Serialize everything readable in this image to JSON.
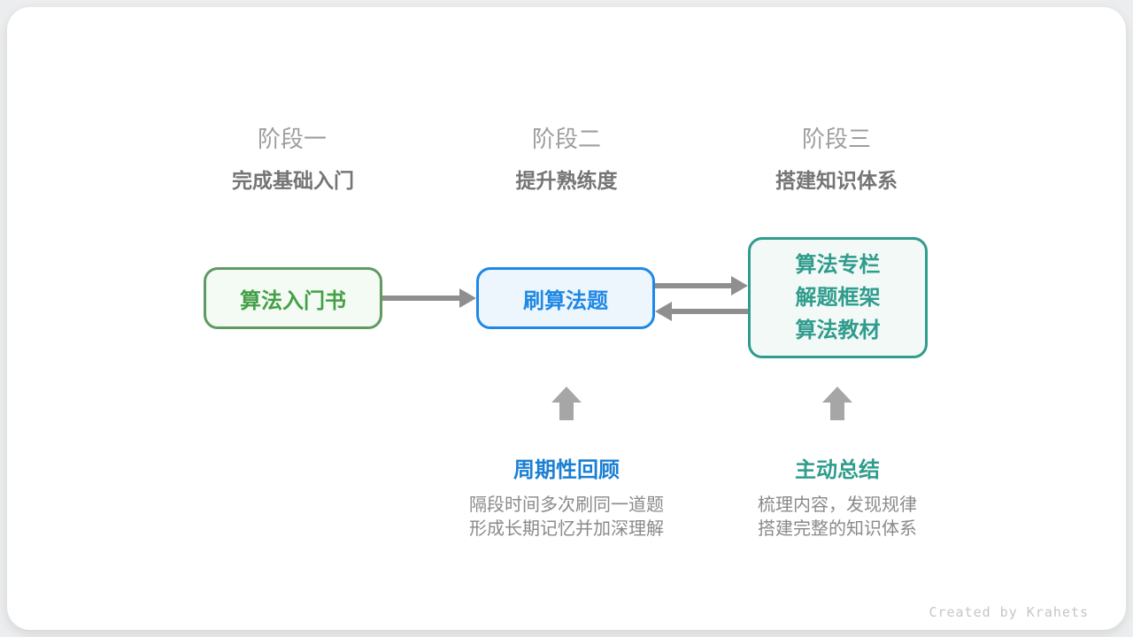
{
  "diagram": {
    "stages": [
      {
        "title": "阶段一",
        "subtitle": "完成基础入门"
      },
      {
        "title": "阶段二",
        "subtitle": "提升熟练度"
      },
      {
        "title": "阶段三",
        "subtitle": "搭建知识体系"
      }
    ],
    "nodes": [
      {
        "label": "算法入门书",
        "color": "#43a047"
      },
      {
        "label": "刷算法题",
        "color": "#1e88e5"
      },
      {
        "lines": [
          "算法专栏",
          "解题框架",
          "算法教材"
        ],
        "color": "#2f9c8d"
      }
    ],
    "annotations": [
      {
        "label": "周期性回顾",
        "desc_line1": "隔段时间多次刷同一道题",
        "desc_line2": "形成长期记忆并加深理解"
      },
      {
        "label": "主动总结",
        "desc_line1": "梳理内容，发现规律",
        "desc_line2": "搭建完整的知识体系"
      }
    ],
    "footer_credit": "Created by Krahets"
  },
  "colors": {
    "green_border": "#5f9b60",
    "green_bg": "#f4faf4",
    "blue_border": "#1e88e5",
    "blue_bg": "#eef6fd",
    "teal_border": "#2f9c8d",
    "teal_bg": "#f2f9f6",
    "arrow_gray": "#8f8f8f",
    "up_arrow_gray": "#a6a6a6",
    "stage_title_gray": "#9e9e9e",
    "stage_subtitle_gray": "#757575",
    "desc_gray": "#8a8a8a",
    "footer_gray": "#c6c6c6"
  }
}
